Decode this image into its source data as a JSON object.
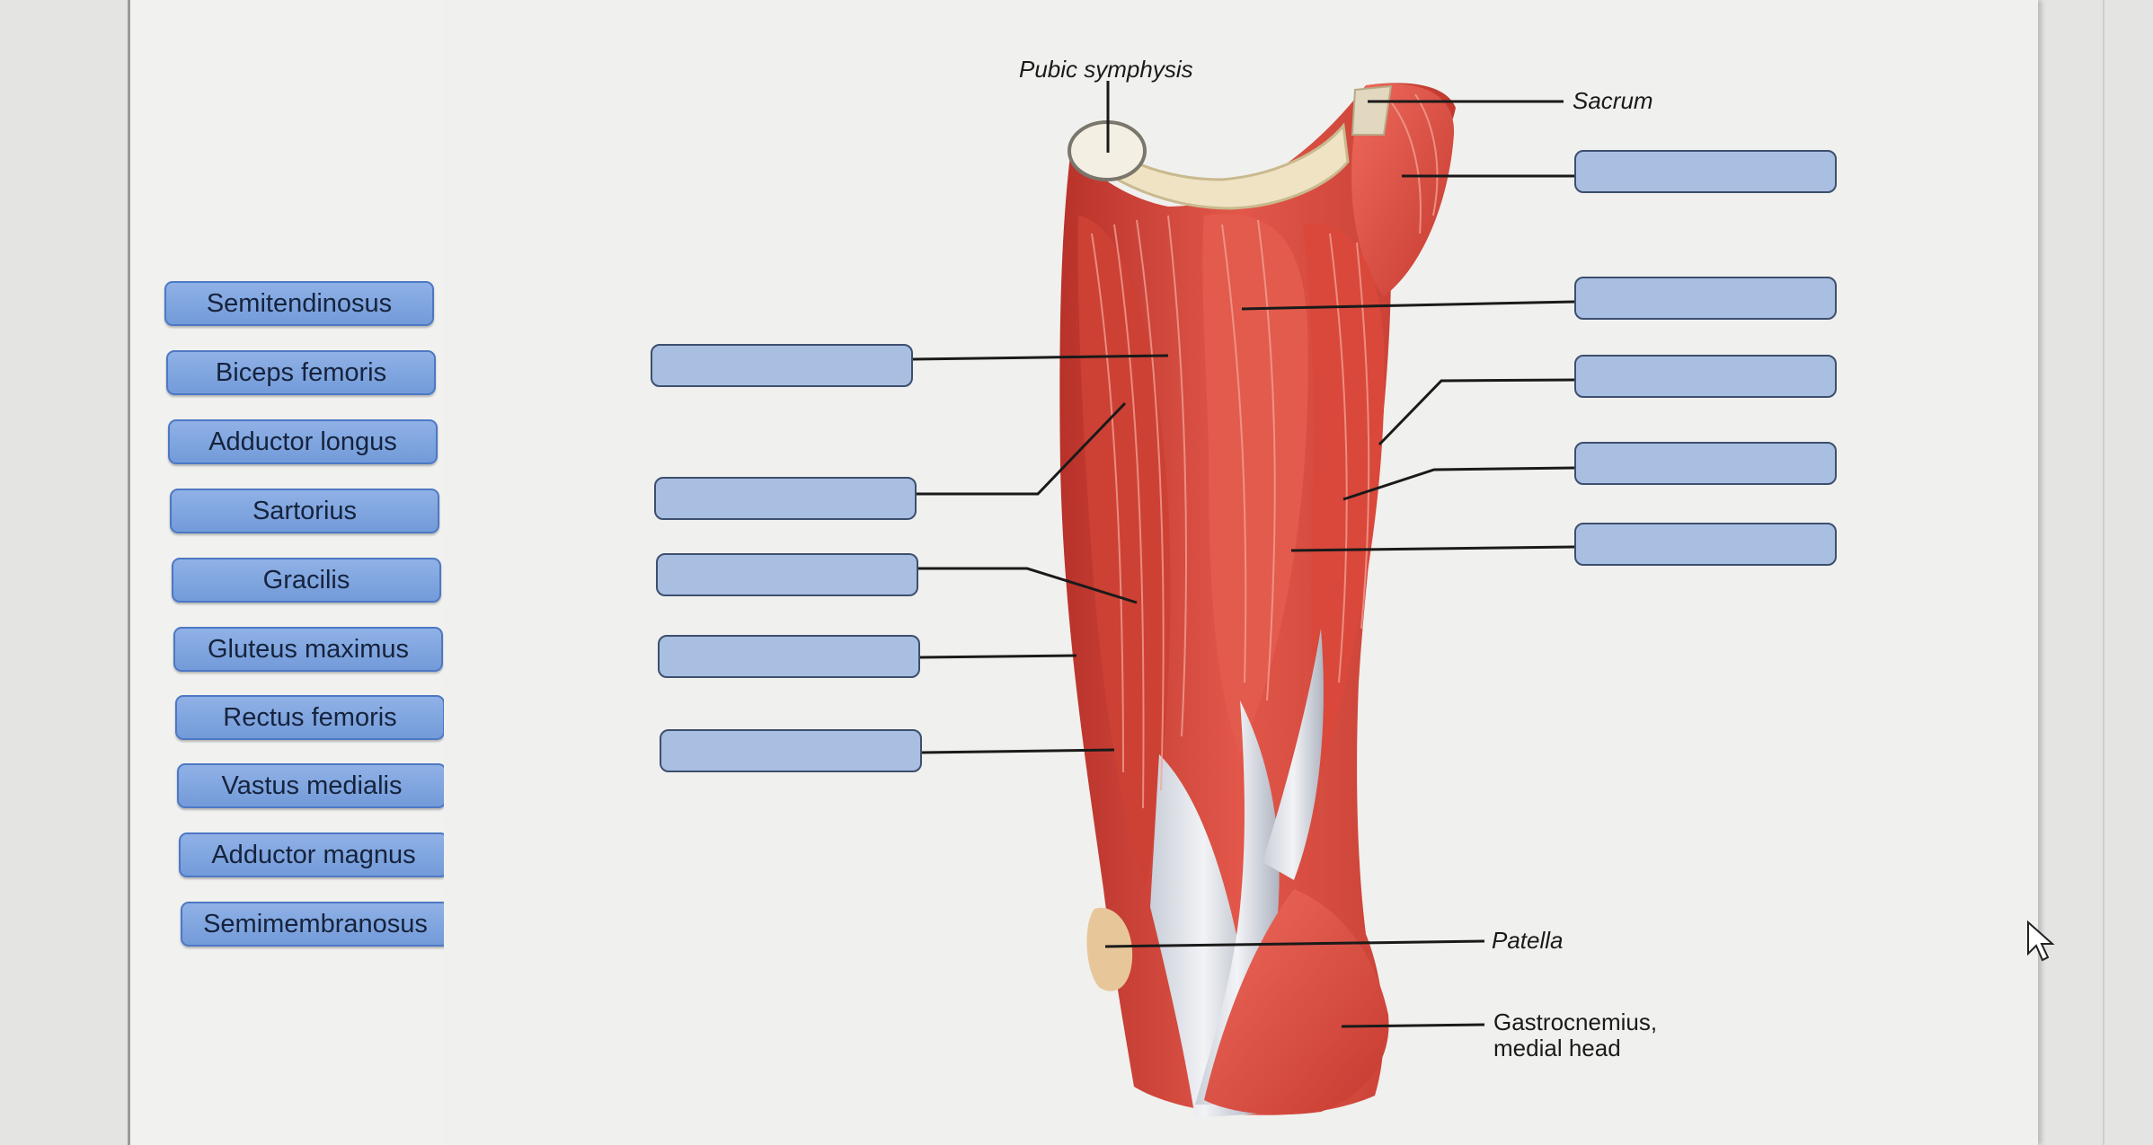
{
  "label_bank": [
    "Semitendinosus",
    "Biceps femoris",
    "Adductor longus",
    "Sartorius",
    "Gracilis",
    "Gluteus maximus",
    "Rectus femoris",
    "Vastus medialis",
    "Adductor magnus",
    "Semimembranosus"
  ],
  "annotations": [
    "Pubic symphysis",
    "Sacrum",
    "Patella",
    "Gastrocnemius,\nmedial head"
  ],
  "drop_targets": {
    "left_count": 5,
    "right_count": 5,
    "state": "empty"
  },
  "colors": {
    "chip_fill": "#7fa4df",
    "chip_border": "#4d78c4",
    "drop_target_fill": "#a9bfe1",
    "muscle": "#e2574a",
    "tendon": "#e9ebef"
  },
  "icons": {
    "cursor": "mouse-cursor-icon"
  }
}
